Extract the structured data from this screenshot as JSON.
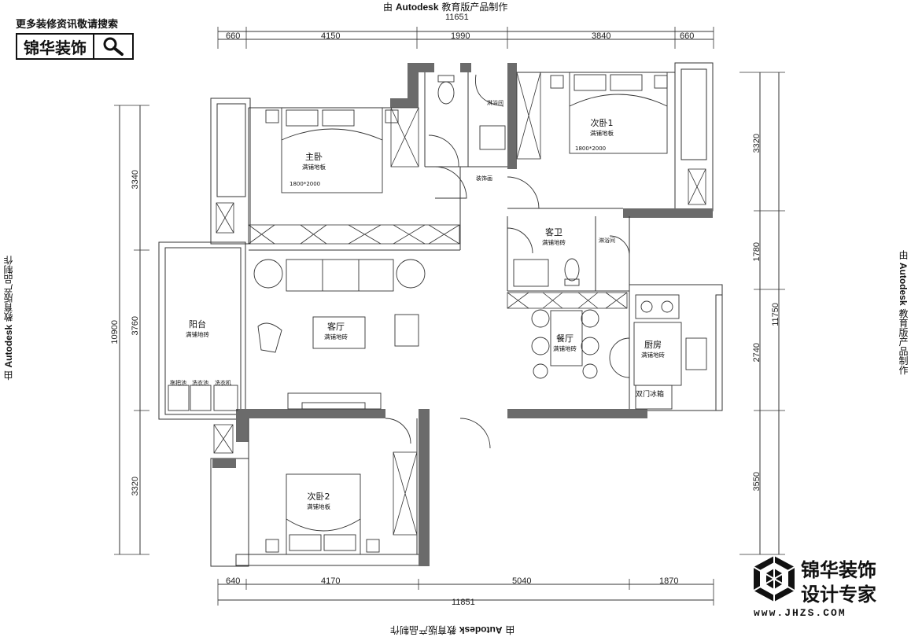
{
  "header": {
    "watermark_prefix": "由",
    "watermark_brand": "Autodesk",
    "watermark_suffix": "教育版产品制作",
    "search_tip": "更多装修资讯敬请搜索",
    "brand": "锦华装饰"
  },
  "dimensions": {
    "top_total": "11651",
    "top_segments": [
      "660",
      "4150",
      "1990",
      "3840",
      "660"
    ],
    "bottom_total": "11851",
    "bottom_segments": [
      "640",
      "4170",
      "5040",
      "1870"
    ],
    "left_total": "10900",
    "left_segments": [
      "3340",
      "3760",
      "3320"
    ],
    "right_total": "11750",
    "right_segments": [
      "3320",
      "1780",
      "2740",
      "3550"
    ]
  },
  "rooms": {
    "master": {
      "name": "主卧",
      "floor": "满铺地板",
      "bed": "1800*2000"
    },
    "second1": {
      "name": "次卧1",
      "floor": "满铺地板",
      "bed": "1800*2000"
    },
    "second2": {
      "name": "次卧2",
      "floor": "满铺地板"
    },
    "living": {
      "name": "客厅",
      "floor": "满铺地砖"
    },
    "dining": {
      "name": "餐厅",
      "floor": "满铺地砖"
    },
    "kitchen": {
      "name": "厨房",
      "floor": "满铺地砖"
    },
    "guest_bath": {
      "name": "客卫",
      "floor": "满铺地砖"
    },
    "balcony": {
      "name": "阳台",
      "floor": "满铺地砖"
    }
  },
  "labels": {
    "shower1": "淋浴间",
    "shower2": "淋浴间",
    "decor_wall": "装饰画",
    "mop_sink": "拖把池",
    "wash_sink": "洗衣池",
    "washer": "洗衣机",
    "fridge": "双门冰箱"
  },
  "corner_logo": {
    "title1": "锦华装饰",
    "title2": "设计专家",
    "url": "www.JHZS.COM"
  },
  "colors": {
    "wall": "#6b6b6b",
    "line": "#333333"
  }
}
